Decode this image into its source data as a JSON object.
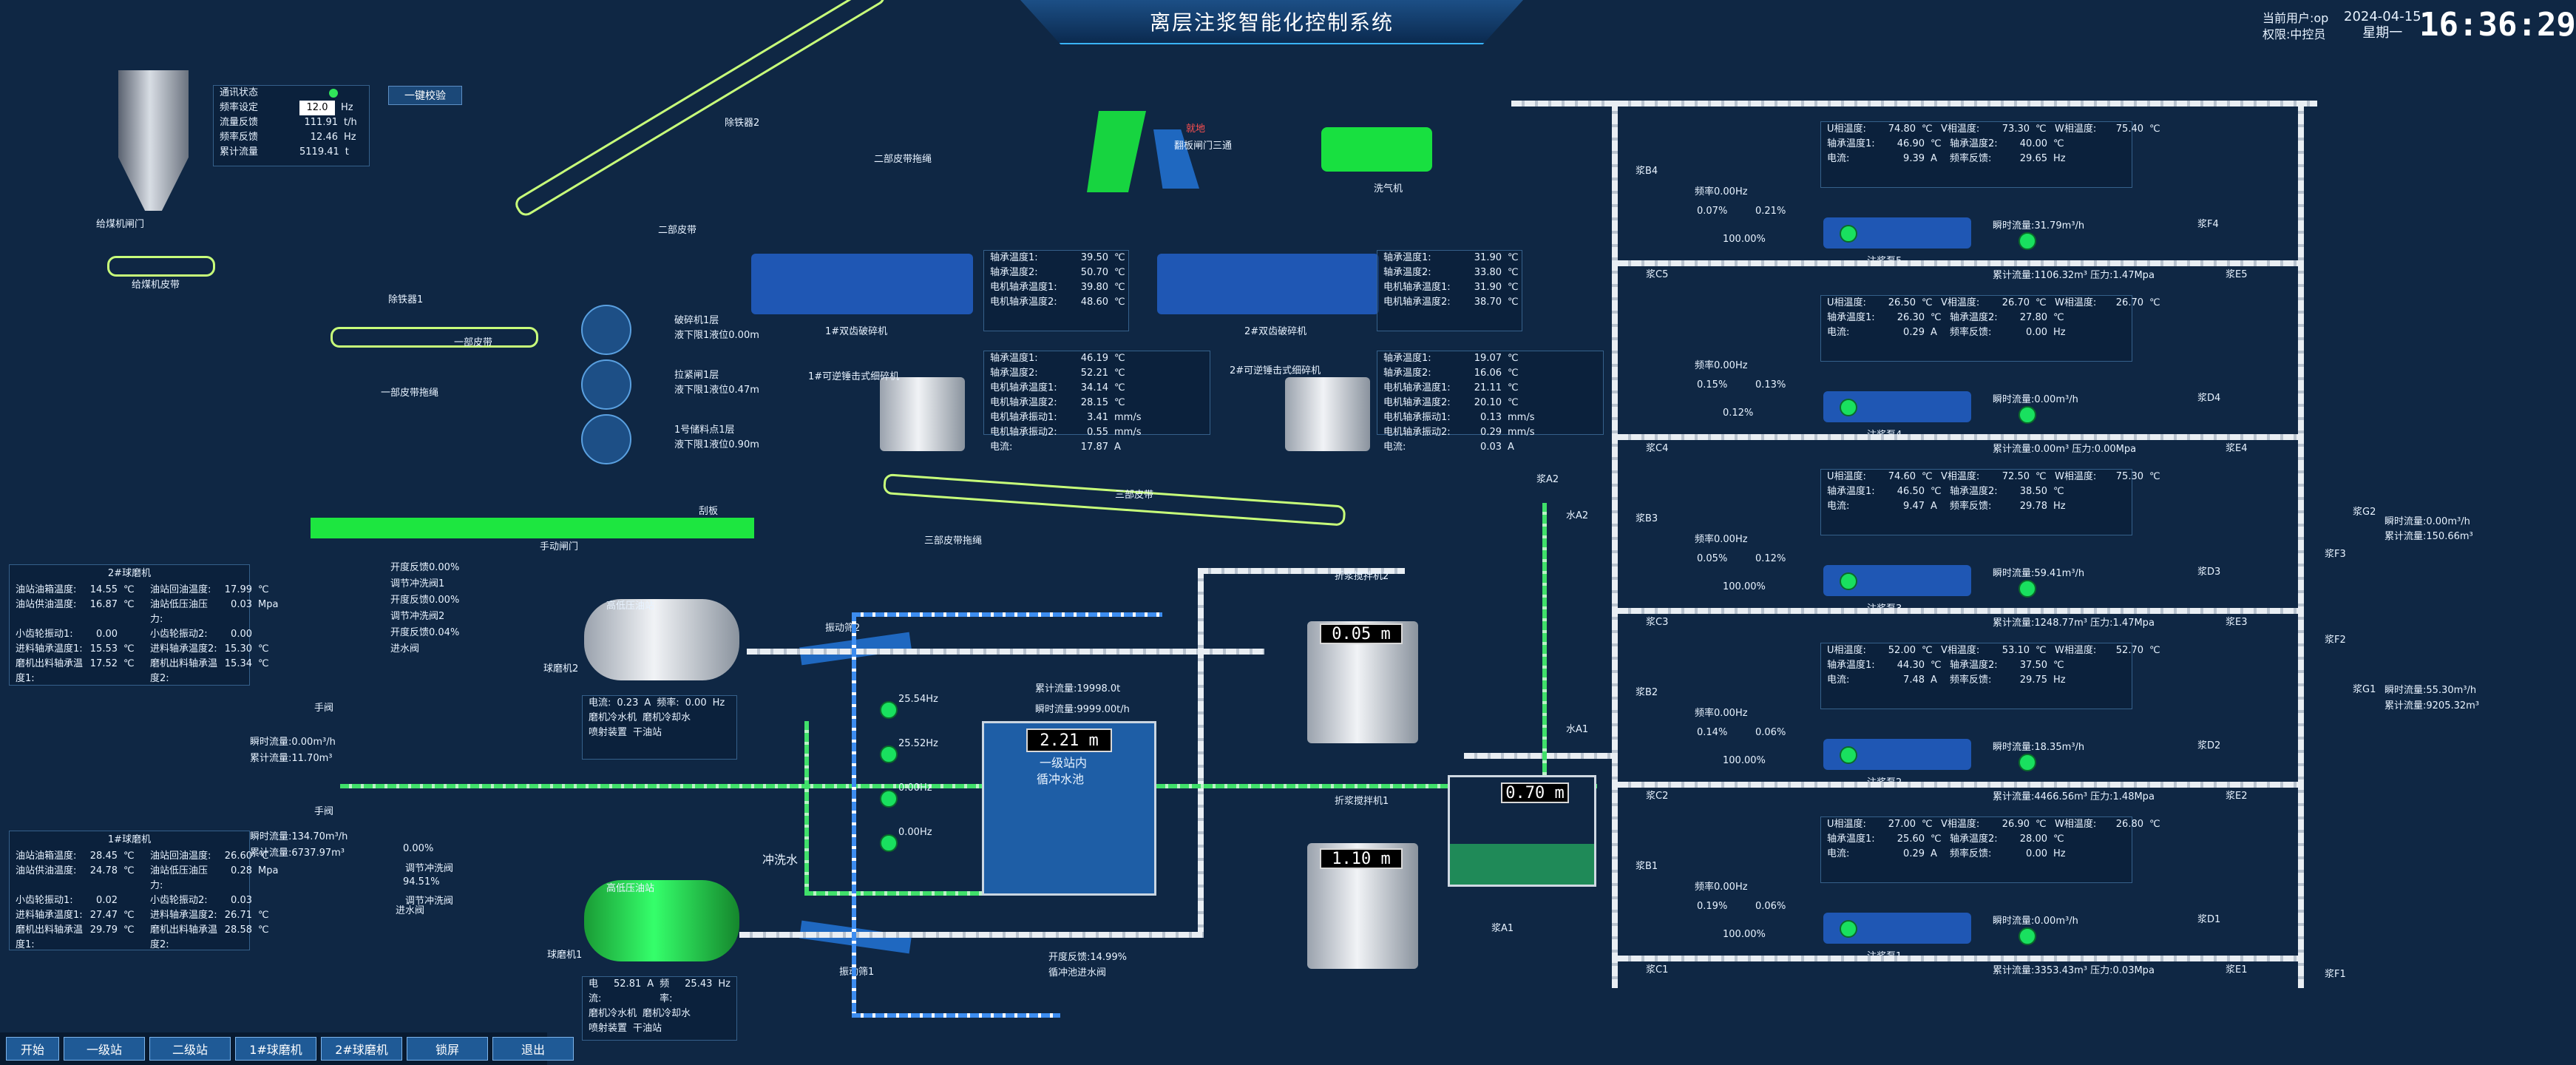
{
  "title": "离层注浆智能化控制系统",
  "user": {
    "line1": "当前用户:op",
    "line2": "权限:中控员"
  },
  "date": {
    "date": "2024-04-15",
    "weekday": "星期一"
  },
  "time": "16:36:29",
  "feeder": {
    "gate": "给煤机闸门",
    "belt": "给煤机皮带",
    "panel": {
      "status": "通讯状态",
      "freq_set_label": "频率设定",
      "freq_set": "12.0",
      "freq_unit": "Hz",
      "flow_label": "流量反馈",
      "flow": "111.91",
      "flow_unit": "t/h",
      "freq_fb_label": "频率反馈",
      "freq_fb": "12.46",
      "freq_fb_unit": "Hz",
      "acc_label": "累计流量",
      "acc": "5119.41",
      "acc_unit": "t"
    },
    "one_key": "一键校验"
  },
  "labels": {
    "remover1": "除铁器1",
    "remover2": "除铁器2",
    "belt1": "一部皮带",
    "belt2": "二部皮带",
    "belt3": "三部皮带",
    "belt1_pull": "一部皮带拖绳",
    "belt2_pull": "二部皮带拖绳",
    "belt3_pull": "三部皮带拖绳",
    "crusher1": "1#双齿破碎机",
    "crusher2": "2#双齿破碎机",
    "reversible1": "1#可逆锤击式细碎机",
    "reversible2": "2#可逆锤击式细碎机",
    "dust": "洗气机",
    "flipper": "翻板闸门三通",
    "warning": "就地",
    "scraper": "刮板",
    "manual_gate": "手动闸门"
  },
  "sensors": [
    {
      "name": "破碎机1层",
      "sub": "液下限1液位0.00m"
    },
    {
      "name": "拉紧闸1层",
      "sub": "液下限1液位0.47m"
    },
    {
      "name": "1号储料点1层",
      "sub": "液下限1液位0.90m"
    }
  ],
  "crusher1_box": [
    {
      "label": "轴承温度1:",
      "value": "39.50",
      "unit": "℃"
    },
    {
      "label": "轴承温度2:",
      "value": "50.70",
      "unit": "℃"
    },
    {
      "label": "电机轴承温度1:",
      "value": "39.80",
      "unit": "℃"
    },
    {
      "label": "电机轴承温度2:",
      "value": "48.60",
      "unit": "℃"
    }
  ],
  "crusher2_box": [
    {
      "label": "轴承温度1:",
      "value": "31.90",
      "unit": "℃"
    },
    {
      "label": "轴承温度2:",
      "value": "33.80",
      "unit": "℃"
    },
    {
      "label": "电机轴承温度1:",
      "value": "31.90",
      "unit": "℃"
    },
    {
      "label": "电机轴承温度2:",
      "value": "38.70",
      "unit": "℃"
    }
  ],
  "rev1_box": [
    {
      "label": "轴承温度1:",
      "value": "46.19",
      "unit": "℃"
    },
    {
      "label": "轴承温度2:",
      "value": "52.21",
      "unit": "℃"
    },
    {
      "label": "电机轴承温度1:",
      "value": "34.14",
      "unit": "℃"
    },
    {
      "label": "电机轴承温度2:",
      "value": "28.15",
      "unit": "℃"
    },
    {
      "label": "电机轴承振动1:",
      "value": "3.41",
      "unit": "mm/s"
    },
    {
      "label": "电机轴承振动2:",
      "value": "0.55",
      "unit": "mm/s"
    },
    {
      "label": "电流:",
      "value": "17.87",
      "unit": "A"
    }
  ],
  "rev2_box": [
    {
      "label": "轴承温度1:",
      "value": "19.07",
      "unit": "℃"
    },
    {
      "label": "轴承温度2:",
      "value": "16.06",
      "unit": "℃"
    },
    {
      "label": "电机轴承温度1:",
      "value": "21.11",
      "unit": "℃"
    },
    {
      "label": "电机轴承温度2:",
      "value": "20.10",
      "unit": "℃"
    },
    {
      "label": "电机轴承振动1:",
      "value": "0.13",
      "unit": "mm/s"
    },
    {
      "label": "电机轴承振动2:",
      "value": "0.29",
      "unit": "mm/s"
    },
    {
      "label": "电流:",
      "value": "0.03",
      "unit": "A"
    }
  ],
  "mill2": {
    "title": "2#球磨机",
    "rows": [
      [
        "油站油箱温度:",
        "14.55",
        "℃",
        "油站回油温度:",
        "17.99",
        "℃"
      ],
      [
        "油站供油温度:",
        "16.87",
        "℃",
        "油站低压油压力:",
        "0.03",
        "Mpa"
      ],
      [
        "小齿轮振动1:",
        "0.00",
        "",
        "小齿轮振动2:",
        "0.00",
        ""
      ],
      [
        "进料轴承温度1:",
        "15.53",
        "℃",
        "进料轴承温度2:",
        "15.30",
        "℃"
      ],
      [
        "磨机出料轴承温度1:",
        "17.52",
        "℃",
        "磨机出料轴承温度2:",
        "15.34",
        "℃"
      ]
    ],
    "valve_lines": [
      "开度反馈0.00%",
      "调节冲洗阀1",
      "开度反馈0.00%",
      "调节冲洗阀2",
      "开度反馈0.04%",
      "进水阀"
    ],
    "flow": "瞬时流量:0.00m³/h",
    "acc": "累计流量:11.70m³",
    "manual": "手阀",
    "name": "球磨机2",
    "oil": "高低压油站",
    "vib": "振动筛2",
    "info": {
      "current": "0.23",
      "freq": "0.00",
      "water_label": "磨机冷水机",
      "cool_label": "磨机冷却水",
      "spray_label": "喷射装置",
      "dry_label": "干油站"
    }
  },
  "mill1": {
    "title": "1#球磨机",
    "rows": [
      [
        "油站油箱温度:",
        "28.45",
        "℃",
        "油站回油温度:",
        "26.60",
        "℃"
      ],
      [
        "油站供油温度:",
        "24.78",
        "℃",
        "油站低压油压力:",
        "0.28",
        "Mpa"
      ],
      [
        "小齿轮振动1:",
        "0.02",
        "",
        "小齿轮振动2:",
        "0.03",
        ""
      ],
      [
        "进料轴承温度1:",
        "27.47",
        "℃",
        "进料轴承温度2:",
        "26.71",
        "℃"
      ],
      [
        "磨机出料轴承温度1:",
        "29.79",
        "℃",
        "磨机出料轴承温度2:",
        "28.58",
        "℃"
      ]
    ],
    "flow": "瞬时流量:134.70m³/h",
    "acc": "累计流量:6737.97m³",
    "valve1": "0.00%",
    "valve1_name": "调节冲洗阀",
    "valve2": "94.51%",
    "valve2_name": "调节冲洗阀",
    "inlet": "进水阀",
    "manual": "手阀",
    "name": "球磨机1",
    "oil": "高低压油站",
    "vib": "振动筛1",
    "info": {
      "current": "52.81",
      "freq": "25.43"
    }
  },
  "pool": {
    "level": "2.21 m",
    "name1": "一级站内",
    "name2": "循冲水池",
    "acc": "累计流量:19998.0t",
    "flow": "瞬时流量:9999.00t/h",
    "flush": "冲洗水",
    "pumps": [
      "25.54Hz",
      "25.52Hz",
      "0.00Hz",
      "0.00Hz"
    ],
    "valve": "开度反馈:14.99%",
    "valve_name": "循冲池进水阀"
  },
  "tank1": {
    "level": "0.05 m",
    "name": "折浆搅拌机2"
  },
  "tank2": {
    "level": "1.10 m",
    "name": "折浆搅拌机1"
  },
  "tank3": {
    "level": "0.70 m",
    "name": "水A1"
  },
  "valves_mid": [
    "浆A2",
    "水A2",
    "浆A1",
    "水A1"
  ],
  "pumps": [
    {
      "name": "注浆泵5",
      "u": "74.80",
      "v": "73.30",
      "w": "75.40",
      "b1": "46.90",
      "b2": "40.00",
      "i": "9.39",
      "fb": "29.65",
      "flow": "31.79",
      "acc": "1106.32",
      "p": "1.47",
      "freq": "频率0.00Hz",
      "left": "浆C5",
      "right": "浆E5",
      "top": "浆B4",
      "topr": "浆F4",
      "v1": "0.07%",
      "v2": "0.21%",
      "pct": "100.00%",
      "idx": "5"
    },
    {
      "name": "注浆泵4",
      "u": "26.50",
      "v": "26.70",
      "w": "26.70",
      "b1": "26.30",
      "b2": "27.80",
      "i": "0.29",
      "fb": "0.00",
      "flow": "0.00",
      "acc": "0.00",
      "p": "0.00",
      "freq": "频率0.00Hz",
      "left": "浆C4",
      "right": "浆E4",
      "top": "",
      "topr": "浆D4",
      "v1": "0.15%",
      "v2": "0.13%",
      "pct": "0.12%",
      "idx": "4"
    },
    {
      "name": "注浆泵3",
      "u": "74.60",
      "v": "72.50",
      "w": "75.30",
      "b1": "46.50",
      "b2": "38.50",
      "i": "9.47",
      "fb": "29.78",
      "flow": "59.41",
      "acc": "1248.77",
      "p": "1.47",
      "freq": "频率0.00Hz",
      "left": "浆C3",
      "right": "浆E3",
      "top": "浆B3",
      "topr": "浆D3",
      "v1": "0.05%",
      "v2": "0.12%",
      "pct": "100.00%",
      "idx": "3"
    },
    {
      "name": "注浆泵2",
      "u": "52.00",
      "v": "53.10",
      "w": "52.70",
      "b1": "44.30",
      "b2": "37.50",
      "i": "7.48",
      "fb": "29.75",
      "flow": "18.35",
      "acc": "4466.56",
      "p": "1.48",
      "freq": "频率0.00Hz",
      "left": "浆C2",
      "right": "浆E2",
      "top": "浆B2",
      "topr": "浆D2",
      "v1": "0.14%",
      "v2": "0.06%",
      "pct": "100.00%",
      "idx": "2"
    },
    {
      "name": "注浆泵1",
      "u": "27.00",
      "v": "26.90",
      "w": "26.80",
      "b1": "25.60",
      "b2": "28.00",
      "i": "0.29",
      "fb": "0.00",
      "flow": "0.00",
      "acc": "3353.43",
      "p": "0.03",
      "freq": "频率0.00Hz",
      "left": "浆C1",
      "right": "浆E1",
      "top": "浆B1",
      "topr": "浆D1",
      "v1": "0.19%",
      "v2": "0.06%",
      "pct": "100.00%",
      "idx": "1"
    }
  ],
  "pump_labels": {
    "u": "U相温度:",
    "v": "V相温度:",
    "w": "W相温度:",
    "b1": "轴承温度1:",
    "b2": "轴承温度2:",
    "i": "电流:",
    "fb": "频率反馈:",
    "unit_t": "℃",
    "unit_i": "A",
    "unit_hz": "Hz",
    "flow_prefix": "瞬时流量:",
    "flow_unit": "m³/h",
    "acc_prefix": "累计流量:",
    "acc_unit": "m³",
    "p_prefix": "压力:",
    "p_unit": "Mpa"
  },
  "right_out": {
    "g2": "浆G2",
    "g2_flow": "瞬时流量:0.00m³/h",
    "g2_acc": "累计流量:150.66m³",
    "g1": "浆G1",
    "g1_flow": "瞬时流量:55.30m³/h",
    "g1_acc": "累计流量:9205.32m³",
    "f3": "浆F3",
    "f2": "浆F2",
    "f1": "浆F1"
  },
  "nav": [
    "开始",
    "一级站",
    "二级站",
    "1#球磨机",
    "2#球磨机",
    "锁屏",
    "退出"
  ]
}
